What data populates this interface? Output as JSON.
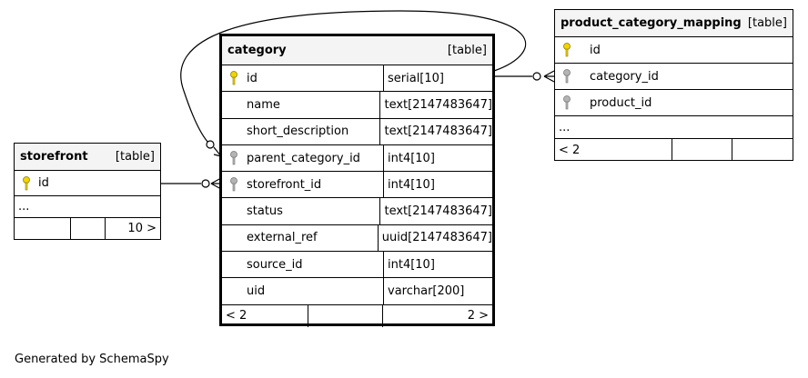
{
  "footer_text": "Generated by SchemaSpy",
  "tables": {
    "category": {
      "name": "category",
      "kind": "[table]",
      "columns": [
        {
          "name": "id",
          "type": "serial[10]",
          "key": "primary"
        },
        {
          "name": "name",
          "type": "text[2147483647]",
          "key": "none"
        },
        {
          "name": "short_description",
          "type": "text[2147483647]",
          "key": "none"
        },
        {
          "name": "parent_category_id",
          "type": "int4[10]",
          "key": "foreign"
        },
        {
          "name": "storefront_id",
          "type": "int4[10]",
          "key": "foreign"
        },
        {
          "name": "status",
          "type": "text[2147483647]",
          "key": "none"
        },
        {
          "name": "external_ref",
          "type": "uuid[2147483647]",
          "key": "none"
        },
        {
          "name": "source_id",
          "type": "int4[10]",
          "key": "none"
        },
        {
          "name": "uid",
          "type": "varchar[200]",
          "key": "none"
        }
      ],
      "footer_left": "< 2",
      "footer_right": "2 >"
    },
    "storefront": {
      "name": "storefront",
      "kind": "[table]",
      "columns": [
        {
          "name": "id",
          "key": "primary"
        }
      ],
      "ellipsis": "...",
      "footer_right": "10 >"
    },
    "product_category_mapping": {
      "name": "product_category_mapping",
      "kind": "[table]",
      "columns": [
        {
          "name": "id",
          "key": "primary"
        },
        {
          "name": "category_id",
          "key": "foreign"
        },
        {
          "name": "product_id",
          "key": "foreign"
        }
      ],
      "ellipsis": "...",
      "footer_left": "< 2"
    }
  },
  "colors": {
    "primary_key": "#f2d400",
    "foreign_key": "#b4b4b4",
    "header_bg": "#f4f4f4"
  }
}
